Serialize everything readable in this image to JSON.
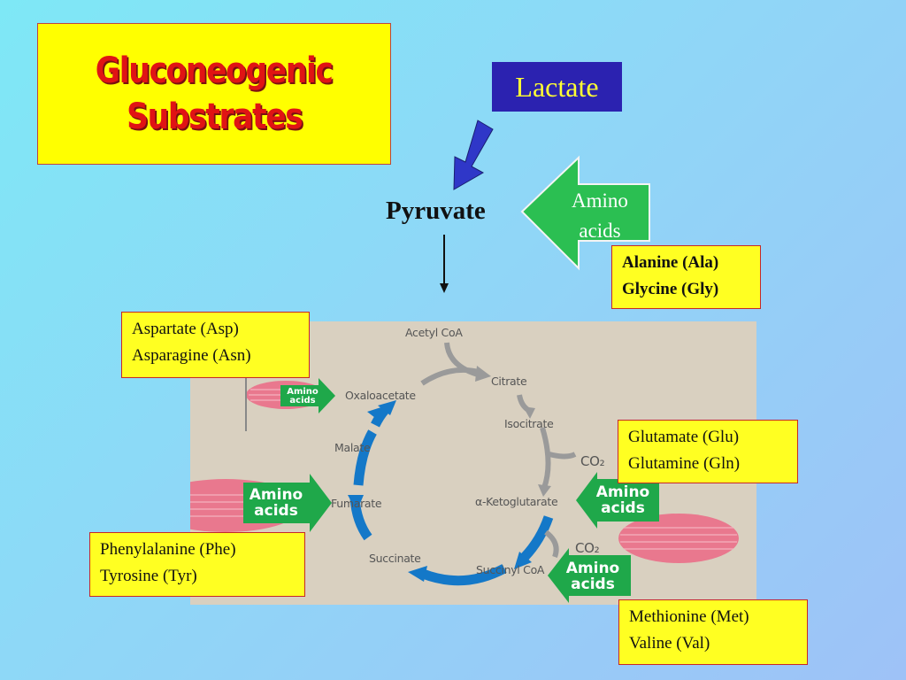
{
  "title": {
    "line1": "Gluconeogenic",
    "line2": "Substrates"
  },
  "lactate": "Lactate",
  "pyruvate": "Pyruvate",
  "amino_arrow": {
    "line1": "Amino",
    "line2": "acids"
  },
  "groups": {
    "ala_gly": [
      "Alanine (Ala)",
      "Glycine (Gly)"
    ],
    "asp_asn": [
      "Aspartate (Asp)",
      "Asparagine (Asn)"
    ],
    "glu_gln": [
      "Glutamate (Glu)",
      "Glutamine (Gln)"
    ],
    "phe_tyr": [
      "Phenylalanine (Phe)",
      "Tyrosine (Tyr)"
    ],
    "met_val": [
      "Methionine (Met)",
      "Valine (Val)"
    ]
  },
  "cycle": {
    "acetyl_coa": "Acetyl CoA",
    "citrate": "Citrate",
    "isocitrate": "Isocitrate",
    "alpha_kg": "α-Ketoglutarate",
    "succinyl_coa": "Succinyl CoA",
    "succinate": "Succinate",
    "fumarate": "Fumarate",
    "malate": "Malate",
    "oxaloacetate": "Oxaloacetate",
    "co2": "CO₂"
  },
  "cycle_tags": {
    "line1": "Amino",
    "line2": "acids"
  },
  "colors": {
    "title_red": "#e01414",
    "box_yellow": "#ffff22",
    "lactate_blue": "#2b22b0",
    "arrow_green": "#1fa84a",
    "cycle_blue": "#1478c8"
  }
}
